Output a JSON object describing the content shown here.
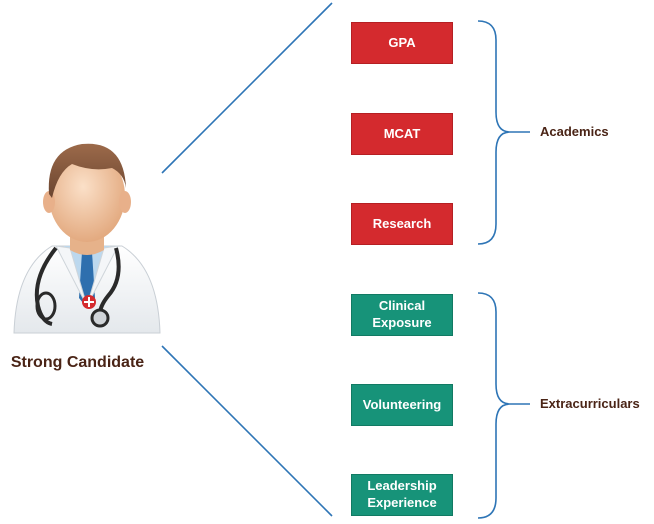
{
  "candidate": {
    "label": "Strong Candidate",
    "icon": "doctor-icon"
  },
  "groups": [
    {
      "label": "Academics",
      "color": "#d42a2e",
      "items": [
        "GPA",
        "MCAT",
        "Research"
      ]
    },
    {
      "label": "Extracurriculars",
      "color": "#179379",
      "items": [
        "Clinical\nExposure",
        "Volunteering",
        "Leadership\nExperience"
      ]
    }
  ],
  "line_color": "#2e75b6"
}
